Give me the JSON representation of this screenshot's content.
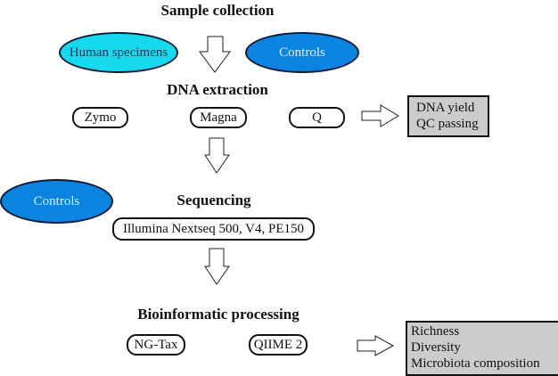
{
  "stages": {
    "sample_collection": {
      "title": "Sample collection",
      "inputs": [
        "Human specimens",
        "Controls"
      ]
    },
    "dna_extraction": {
      "title": "DNA extraction",
      "methods": [
        "Zymo",
        "Magna",
        "Q"
      ],
      "outputs": [
        "DNA yield",
        "QC passing"
      ]
    },
    "sequencing": {
      "title": "Sequencing",
      "controls_label": "Controls",
      "platform": "Illumina Nextseq 500, V4, PE150"
    },
    "bioinformatic_processing": {
      "title": "Bioinformatic processing",
      "tools": [
        "NG-Tax",
        "QIIME 2"
      ],
      "outputs": [
        "Richness",
        "Diversity",
        "Microbiota composition"
      ]
    }
  },
  "colors": {
    "human_specimens_fill": "#16d9ee",
    "controls_fill": "#0a84e0",
    "result_box_fill": "#cccccc"
  }
}
